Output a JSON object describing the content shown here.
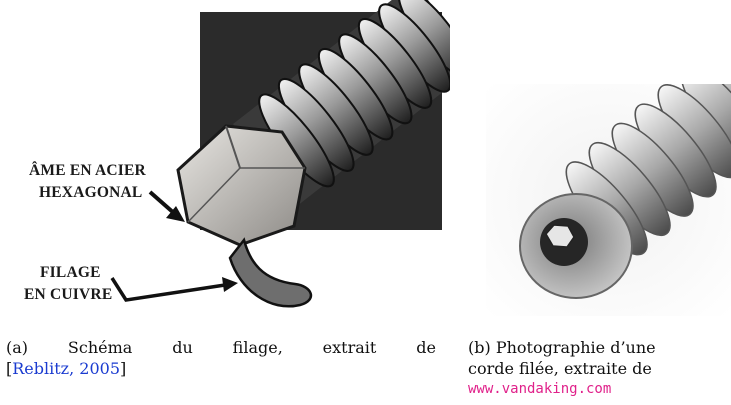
{
  "figure_a": {
    "callout_ame": {
      "line1": "ÂME EN ACIER",
      "line2": "HEXAGONAL"
    },
    "callout_filage": {
      "line1": "FILAGE",
      "line2": "EN CUIVRE"
    },
    "caption": {
      "label": "(a)",
      "words": [
        "Schéma",
        "du",
        "filage,",
        "extrait",
        "de"
      ],
      "citation": "Reblitz, 2005",
      "open": "[",
      "close": "]"
    }
  },
  "figure_b": {
    "caption": {
      "line1": "(b) Photographie d’une",
      "line2": "corde filée, extraite de",
      "url": "www.vandaking.com"
    }
  },
  "colors": {
    "citation": "#1a3bd0",
    "url": "#e0218a",
    "background_block": "#2b2b2b"
  }
}
